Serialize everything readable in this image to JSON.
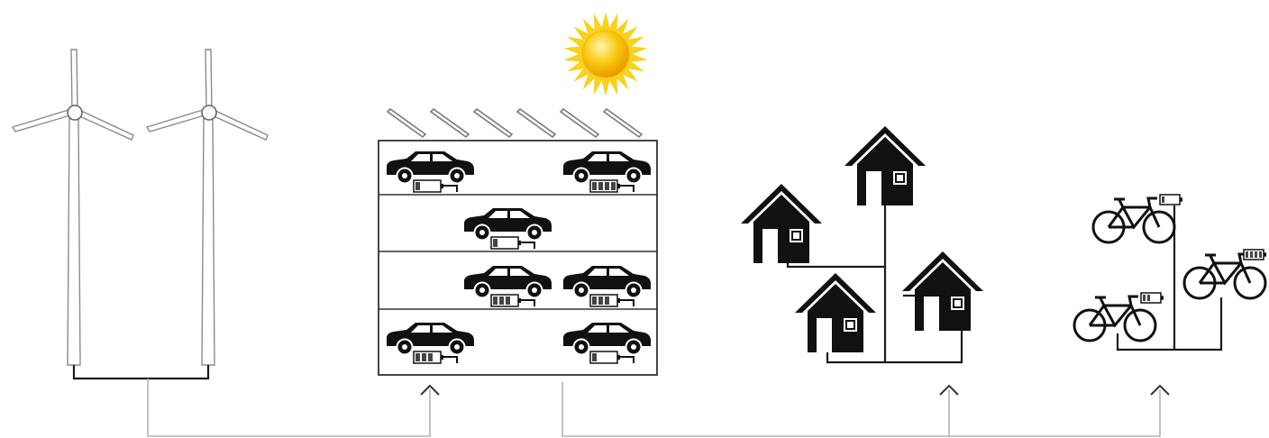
{
  "diagram": {
    "colors": {
      "sun_core": "#f5b800",
      "sun_rays": "#f7d21e",
      "silhouette": "#111111",
      "wire": "#1a1a1a",
      "feed_line": "#b3b3b3",
      "battery_full": "#444444",
      "battery_empty": "#ffffff"
    },
    "icons": [
      "wind-turbine-icon",
      "sun-icon",
      "solar-panel-icon",
      "car-icon",
      "battery-icon",
      "house-icon",
      "bicycle-icon",
      "arrow-up-icon"
    ],
    "wind_turbines": {
      "count": 2
    },
    "solar_panels": {
      "count": 6
    },
    "parking_garage": {
      "floors": 4,
      "cars": [
        {
          "floor": 1,
          "slot": "left",
          "battery_level": 0.25
        },
        {
          "floor": 1,
          "slot": "right",
          "battery_level": 1.0
        },
        {
          "floor": 2,
          "slot": "center",
          "battery_level": 0.25
        },
        {
          "floor": 3,
          "slot": "center",
          "battery_level": 0.75
        },
        {
          "floor": 3,
          "slot": "right",
          "battery_level": 0.75
        },
        {
          "floor": 4,
          "slot": "left",
          "battery_level": 0.75
        },
        {
          "floor": 4,
          "slot": "right",
          "battery_level": 0.25
        }
      ]
    },
    "houses": {
      "count": 4
    },
    "bicycles": [
      {
        "position": "top",
        "battery_level": 0.25
      },
      {
        "position": "right",
        "battery_level": 1.0
      },
      {
        "position": "bottom",
        "battery_level": 0.5
      }
    ],
    "arrows": {
      "count": 3,
      "direction": "up"
    }
  }
}
